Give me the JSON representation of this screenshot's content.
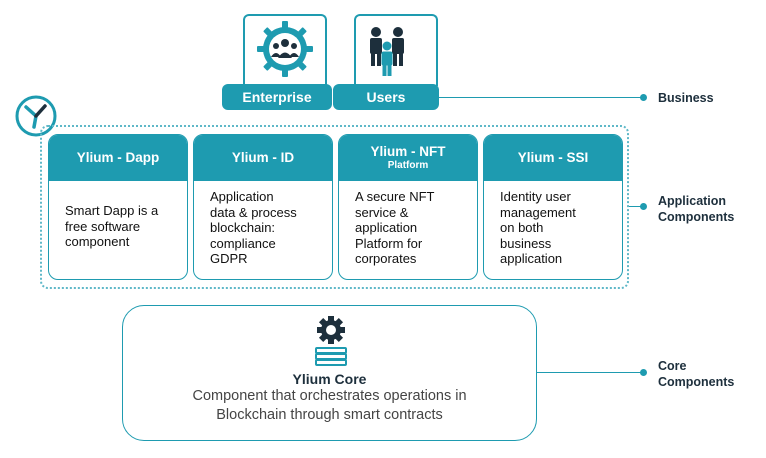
{
  "business": {
    "enterprise_label": "Enterprise",
    "users_label": "Users",
    "side_label": "Business"
  },
  "application": {
    "side_label_1": "Application",
    "side_label_2": "Components",
    "cards": [
      {
        "title": "Ylium - Dapp",
        "title_small": "",
        "body": "Smart Dapp is a\nfree software\ncomponent"
      },
      {
        "title": "Ylium - ID",
        "title_small": "",
        "body": "Application\ndata & process\nblockchain:\ncompliance\nGDPR"
      },
      {
        "title": "Ylium - NFT",
        "title_small": "Platform",
        "body": "A secure NFT\nservice &\napplication\nPlatform for\ncorporates"
      },
      {
        "title": "Ylium - SSI",
        "title_small": "",
        "body": "Identity user\nmanagement\non both\nbusiness\napplication"
      }
    ]
  },
  "core": {
    "title": "Ylium Core",
    "description_1": "Component that orchestrates operations in",
    "description_2": "Blockchain through smart contracts",
    "side_label_1": "Core",
    "side_label_2": "Components"
  },
  "colors": {
    "accent": "#1e9bb0",
    "text_dark": "#1d2f3c"
  }
}
